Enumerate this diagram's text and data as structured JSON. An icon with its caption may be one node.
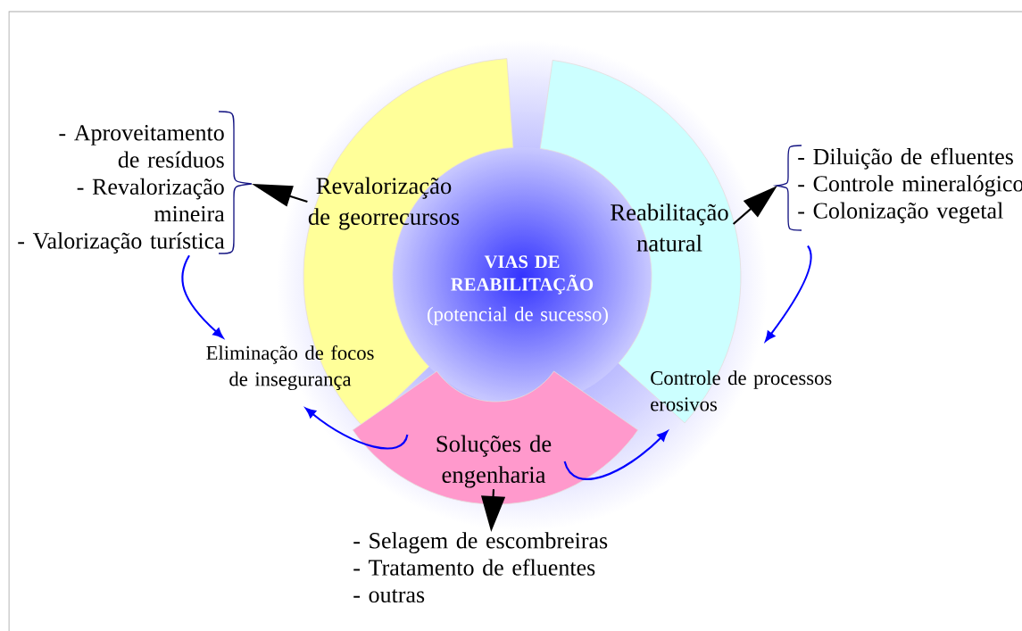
{
  "diagram": {
    "nodes": [
      {
        "text": [
          "VIAS DE REABILITAÇÃO",
          "(potencial de sucesso)"
        ]
      },
      {
        "text": [
          "Revalorização de georrecursos"
        ]
      },
      {
        "text": [
          "Reabilitação natural"
        ]
      },
      {
        "text": [
          "Soluções de engenharia"
        ]
      },
      {
        "text": [
          "- Aproveitamento de resíduos",
          "- Revalorização mineira",
          "- Valorização turística"
        ]
      },
      {
        "text": [
          "- Diluição de efluentes",
          "- Controle mineralógico",
          "- Colonização vegetal"
        ]
      },
      {
        "text": [
          "- Selagem de escombreiras",
          "- Tratamento de efluentes",
          "- outras"
        ]
      },
      {
        "text": [
          "Eliminação de focos de insegurança"
        ]
      },
      {
        "text": [
          "Controle de processos erosivos"
        ]
      }
    ],
    "edges": [
      {
        "from": 1,
        "to": 4,
        "arrow": "to",
        "color": "#000000"
      },
      {
        "from": 2,
        "to": 5,
        "arrow": "to",
        "color": "#000000"
      },
      {
        "from": 3,
        "to": 6,
        "arrow": "to",
        "color": "#000000"
      },
      {
        "from": 4,
        "to": 7,
        "arrow": "to"
      },
      {
        "from": 5,
        "to": 8,
        "arrow": "to"
      },
      {
        "from": 3,
        "to": 7,
        "arrow": "to"
      },
      {
        "from": 3,
        "to": 8,
        "arrow": "to"
      }
    ]
  }
}
